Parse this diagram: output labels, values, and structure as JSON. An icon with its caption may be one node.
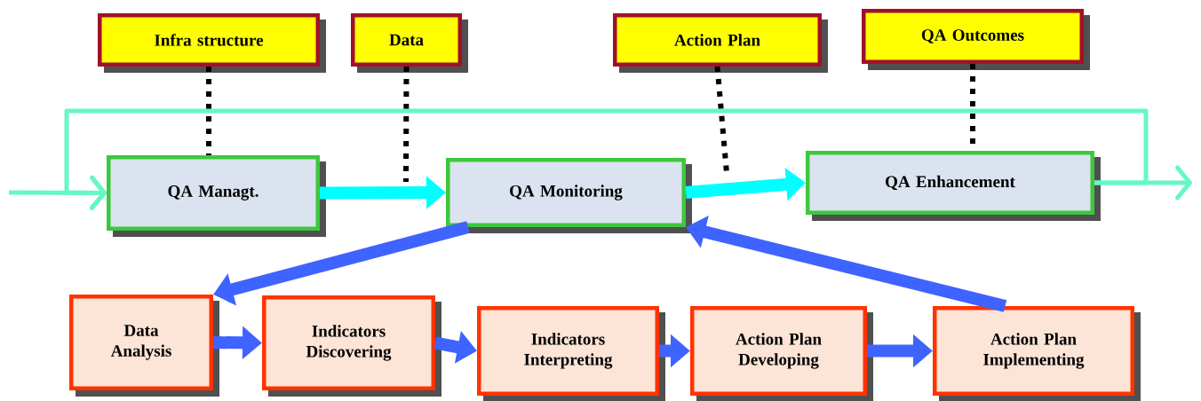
{
  "diagram": {
    "nodes": [
      {
        "text": [
          "Infra structure"
        ]
      },
      {
        "text": [
          "Data"
        ]
      },
      {
        "text": [
          "Action Plan"
        ]
      },
      {
        "text": [
          "QA Outcomes"
        ]
      },
      {
        "text": [
          "QA Managt."
        ]
      },
      {
        "text": [
          "QA Monitoring"
        ]
      },
      {
        "text": [
          "QA Enhancement"
        ]
      },
      {
        "text": [
          "Data Analysis"
        ]
      },
      {
        "text": [
          "Indicators Discovering"
        ]
      },
      {
        "text": [
          "Indicators Interpreting"
        ]
      },
      {
        "text": [
          "Action Plan Developing"
        ]
      },
      {
        "text": [
          "Action Plan Implementing"
        ]
      }
    ],
    "edges": [
      {
        "from": 0,
        "to": 4,
        "arrow": "none",
        "style": "dashed",
        "color": "#000000"
      },
      {
        "from": 1,
        "to": null,
        "arrow": "none",
        "style": "dashed",
        "color": "#000000"
      },
      {
        "from": 2,
        "to": null,
        "arrow": "none",
        "style": "dashed",
        "color": "#000000"
      },
      {
        "from": 3,
        "to": 6,
        "arrow": "none",
        "style": "dashed",
        "color": "#000000"
      },
      {
        "from": null,
        "to": 4,
        "arrow": "to",
        "color": "#66f7c6"
      },
      {
        "from": 6,
        "to": 4,
        "arrow": "to",
        "color": "#66f7c6"
      },
      {
        "from": 6,
        "to": null,
        "arrow": "to",
        "color": "#66f7c6"
      },
      {
        "from": 4,
        "to": 5,
        "arrow": "to",
        "color": "#00ffff"
      },
      {
        "from": 5,
        "to": 6,
        "arrow": "to",
        "color": "#00ffff"
      },
      {
        "from": 5,
        "to": 7,
        "arrow": "to"
      },
      {
        "from": 11,
        "to": 5,
        "arrow": "to"
      },
      {
        "from": 7,
        "to": 8,
        "arrow": "to"
      },
      {
        "from": 8,
        "to": 9,
        "arrow": "to"
      },
      {
        "from": 9,
        "to": 10,
        "arrow": "to"
      },
      {
        "from": 10,
        "to": 11,
        "arrow": "to"
      }
    ]
  }
}
